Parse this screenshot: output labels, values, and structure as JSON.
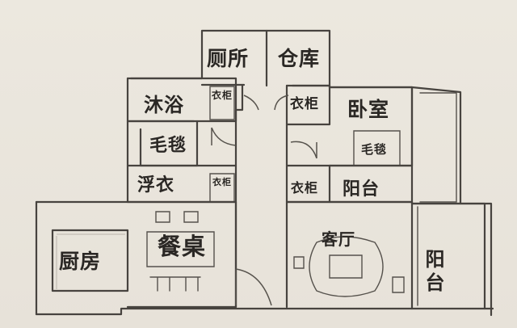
{
  "rooms": {
    "toilet": "厕所",
    "storage": "仓库",
    "bath": "沐浴",
    "bath_side": "衣柜",
    "wardrobe_left": "衣柜",
    "bedroom": "卧室",
    "towel_left": "毛毯",
    "towel_right": "毛毯",
    "laundry": "浮衣",
    "cabinet_small": "衣柜",
    "wardrobe_right": "衣柜",
    "balcony_room": "阳台",
    "kitchen": "厨房",
    "dining": "餐桌",
    "living": "客厅",
    "balcony": "阳台"
  },
  "colors": {
    "paper": "#e9e4db",
    "ink": "#2a2724",
    "wall": "#47433f"
  }
}
